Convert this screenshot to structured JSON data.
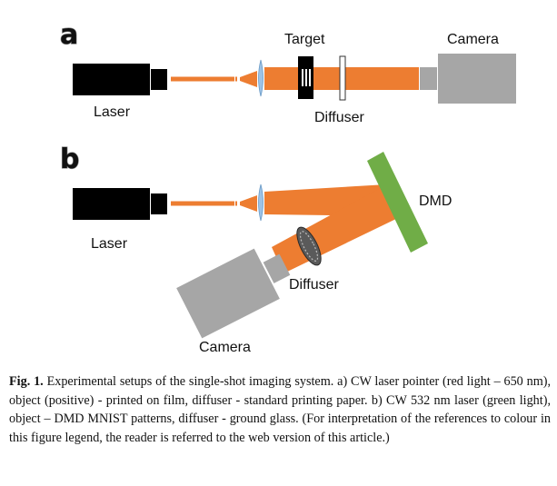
{
  "panel_a": {
    "letter": "a",
    "labels": {
      "laser": "Laser",
      "target": "Target",
      "camera": "Camera",
      "diffuser": "Diffuser"
    }
  },
  "panel_b": {
    "letter": "b",
    "labels": {
      "laser": "Laser",
      "dmd": "DMD",
      "diffuser": "Diffuser",
      "camera": "Camera"
    }
  },
  "colors": {
    "beam": "#ed7d31",
    "body": "#000000",
    "camera": "#a6a6a6",
    "lens": "#9dc3e6",
    "dmd": "#70ad47",
    "glass": "#5a5a5a"
  },
  "caption": {
    "label": "Fig. 1.",
    "text": " Experimental setups of the single-shot imaging system. a) CW laser pointer (red light – 650 nm), object (positive) - printed on film, diffuser - standard printing paper. b) CW 532 nm laser (green light), object – DMD MNIST patterns, diffuser - ground glass. (For interpretation of the references to colour in this figure legend, the reader is referred to the web version of this article.)"
  }
}
